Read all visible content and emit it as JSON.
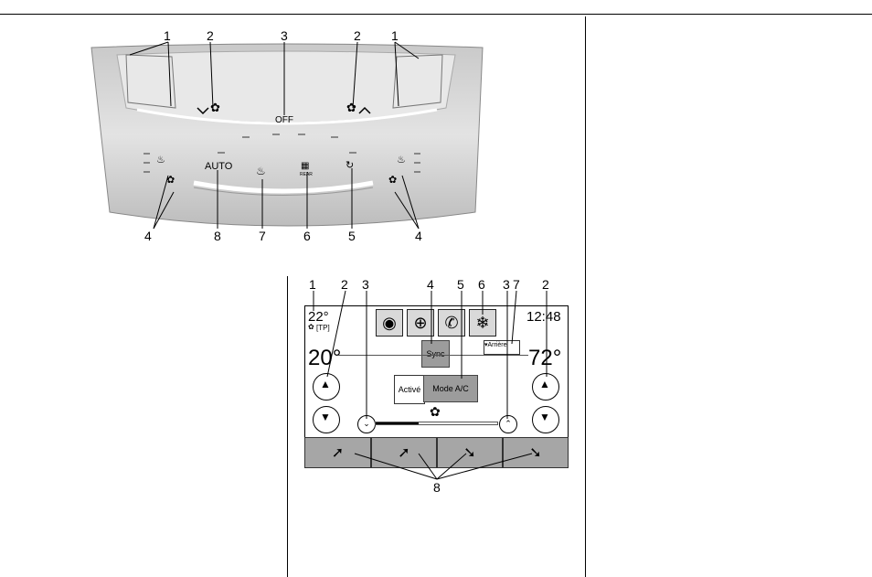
{
  "panel": {
    "callouts_top": [
      "1",
      "2",
      "3",
      "2",
      "1"
    ],
    "callouts_bottom": [
      "4",
      "8",
      "7",
      "6",
      "5",
      "4"
    ],
    "off_label": "OFF",
    "auto_label": "AUTO",
    "rear_label": "REAR"
  },
  "screen": {
    "callouts_top": [
      "1",
      "2",
      "3",
      "4",
      "5",
      "6",
      "3",
      "7",
      "2"
    ],
    "callout_bottom": "8",
    "outside_temp": "22°",
    "climate_status": "[TP]",
    "clock": "12:48",
    "left_set_temp": "20°",
    "right_set_temp": "72°",
    "sync_label": "Sync",
    "active_label": "Activé",
    "ac_mode_label": "Mode A/C",
    "rear_dropdown_label": "▾Arrière",
    "fan_icon": "fan-icon",
    "fan_level": 0.35
  },
  "icons": [
    "nav-icon",
    "globe-icon",
    "phone-icon",
    "climate-icon"
  ],
  "colors": {
    "button_gray": "#9c9c9c",
    "vent_bar": "#a6a6a6",
    "panel_silver": "#d7d7d7"
  }
}
